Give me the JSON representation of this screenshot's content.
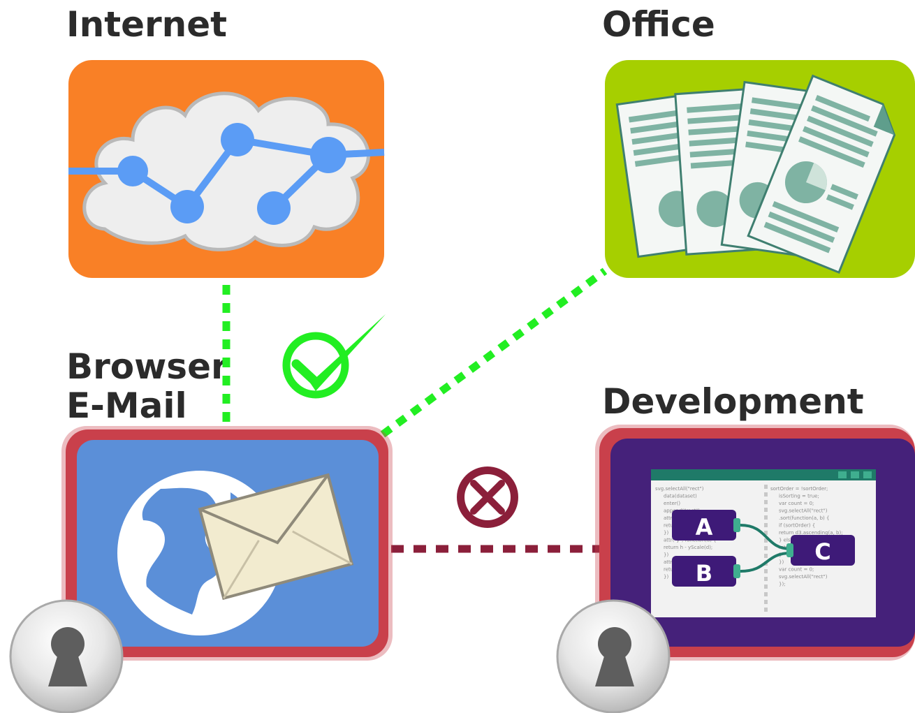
{
  "labels": {
    "internet": "Internet",
    "office": "Office",
    "browser_line1": "Browser",
    "browser_line2": "E-Mail",
    "development": "Development"
  },
  "code_panel": {
    "left_lines": [
      "svg.selectAll(\"rect\")",
      "data(dataset)",
      "enter()",
      "append(\"rect\")",
      "attr(\"x\", function(d) {",
      "return xScale(i);",
      "})",
      "attr(\"y\", function(d) {",
      "return h - yScale(d);",
      "})",
      "attr(\"height\", function(d) {",
      "return yScale(d);",
      "})"
    ],
    "right_lines": [
      "sortOrder = !sortOrder;",
      "isSorting = true;",
      "var count = 0;",
      "svg.selectAll(\"rect\")",
      ".sort(function(a, b) {",
      "if (sortOrder) {",
      "return d3.ascending(a, b);",
      "} else {",
      "return d3.descending(a, b);",
      "}",
      "})",
      "var count = 0;",
      "svg.selectAll(\"rect\")",
      "});"
    ],
    "nodes": [
      "A",
      "B",
      "C"
    ]
  },
  "colors": {
    "internet_tile": "#f98026",
    "office_tile": "#a6cf00",
    "browser_tile": "#5b8fd8",
    "dev_tile": "#45217a",
    "isolation_frame": "#c9404b",
    "allowed_link": "#22ee22",
    "blocked_link": "#8b1f3a",
    "node_blue": "#5b9cf5",
    "code_header": "#1f7a68",
    "node_purple": "#3e1a78"
  },
  "status": {
    "allowed_icon": "check-circle-icon",
    "blocked_icon": "cross-circle-icon"
  }
}
